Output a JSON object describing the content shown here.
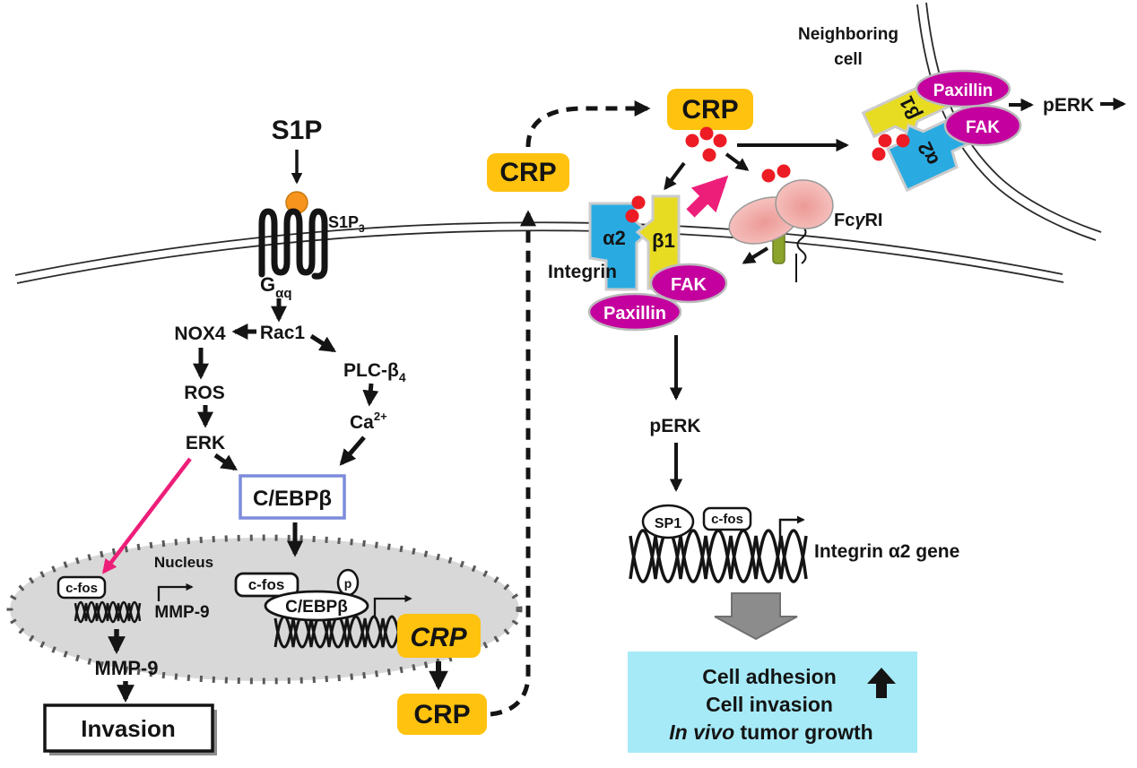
{
  "colors": {
    "pink": "#ED1E79",
    "crp_yellow": "#FFC20E",
    "magenta": "#C4009E",
    "integrin_blue": "#29ABE2",
    "integrin_yellow": "#E8DC23",
    "receptor_green": "#8CA32B",
    "red_dot": "#ED1C24",
    "ligand_orange": "#F7941D",
    "outcome_cyan": "#A6EAF7",
    "gene_blue": "#2323E6",
    "nucleus_gray": "#D8D8D8",
    "cebpb_border": "#7D8BDB"
  },
  "diagram": {
    "ligand": "S1P",
    "receptor": {
      "name": "S1P",
      "sub": "3"
    },
    "g_protein": {
      "name": "G",
      "sub": "αq"
    },
    "cascade": {
      "nox4": "NOX4",
      "rac1": "Rac1",
      "plc": "PLC-β",
      "plc_sub": "4",
      "ros": "ROS",
      "erk": "ERK",
      "ca": "Ca",
      "ca_sup": "2+",
      "cebpb": "C/EBPβ"
    },
    "nucleus": {
      "label": "Nucleus",
      "cfos_left": "c-fos",
      "mmp9_gene": "MMP-9",
      "cfos_right": "c-fos",
      "cebpb": "C/EBPβ",
      "phospho": "p",
      "crp_gene": "CRP"
    },
    "invasion_branch": {
      "mmp9": "MMP-9",
      "invasion": "Invasion"
    },
    "crp": {
      "secreted_low": "CRP",
      "secreted_mid": "CRP",
      "extracellular": "CRP"
    },
    "integrin_complex": {
      "label": "Integrin",
      "alpha2": "α2",
      "beta1": "β1",
      "fak": "FAK",
      "paxillin": "Paxillin"
    },
    "fcgri": {
      "fc": "Fc",
      "gamma": "γ",
      "ri": "RI"
    },
    "perk_pathway": {
      "perk": "pERK",
      "sp1": "SP1",
      "cfos": "c-fos",
      "gene": "Integrin α2 gene"
    },
    "neighboring_cell": {
      "line1": "Neighboring",
      "line2": "cell",
      "beta1": "β1",
      "alpha2": "α2",
      "paxillin": "Paxillin",
      "fak": "FAK",
      "perk": "pERK"
    },
    "outcome": {
      "line1": "Cell adhesion",
      "line2": "Cell invasion",
      "line3_italic": "In vivo",
      "line3_rest": " tumor growth"
    }
  }
}
